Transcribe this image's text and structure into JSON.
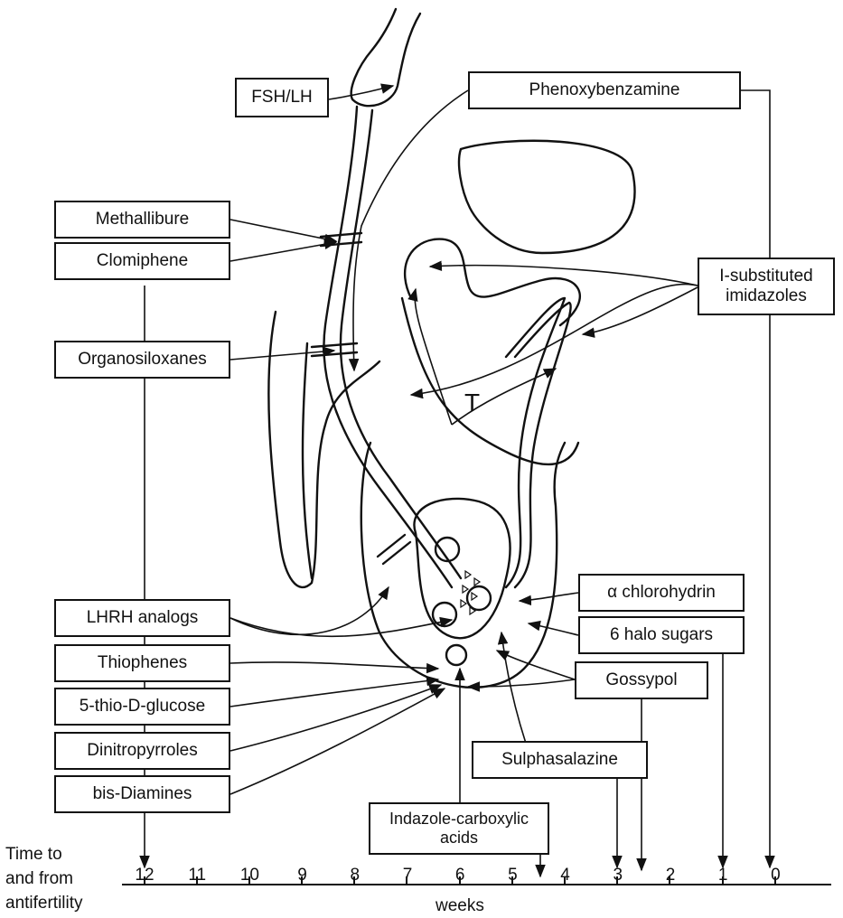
{
  "drugs": {
    "fsh_lh": "FSH/LH",
    "phenoxybenzamine": "Phenoxybenzamine",
    "methallibure": "Methallibure",
    "clomiphene": "Clomiphene",
    "substituted_imidazoles": "I-substituted\nimidazoles",
    "organosiloxanes": "Organosiloxanes",
    "chlorohydrin": "α chlorohydrin",
    "halo_sugars": "6 halo sugars",
    "lhrh_analogs": "LHRH analogs",
    "thiophenes": "Thiophenes",
    "thio_glucose": "5-thio-D-glucose",
    "dinitropyrroles": "Dinitropyrroles",
    "bis_diamines": "bis-Diamines",
    "gossypol": "Gossypol",
    "sulphasalazine": "Sulphasalazine",
    "indazole": "Indazole-carboxylic\nacids"
  },
  "anatomy_label": "T",
  "axis": {
    "label": "Time to\nand from\nantifertility",
    "unit": "weeks",
    "ticks": [
      "12",
      "11",
      "10",
      "9",
      "8",
      "7",
      "6",
      "5",
      "4",
      "3",
      "2",
      "1",
      "0"
    ]
  }
}
